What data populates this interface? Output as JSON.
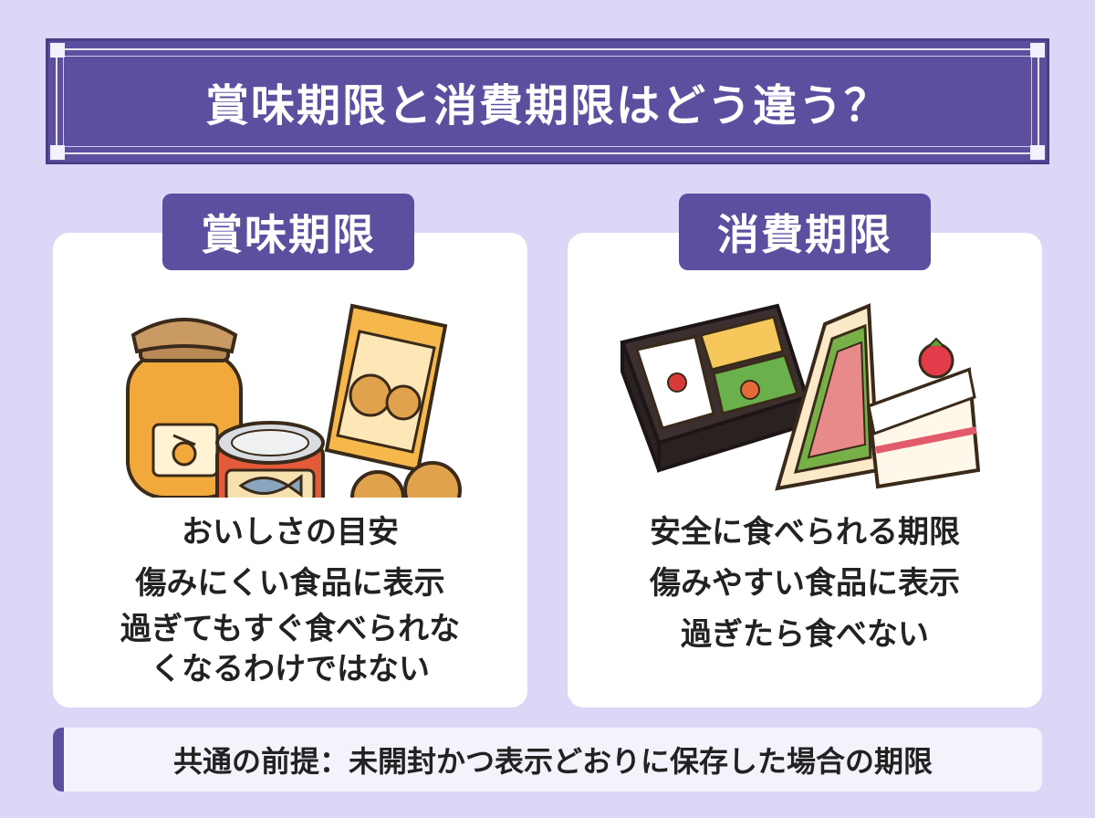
{
  "header": {
    "title": "賞味期限と消費期限はどう違う？"
  },
  "best_before": {
    "label": "賞味期限",
    "lines": [
      "おいしさの目安",
      "傷みにくい食品に表示",
      "過ぎてもすぐ食べられな",
      "くなるわけではない"
    ],
    "items": [
      "honey-jar",
      "fish-can",
      "cracker-bag",
      "crackers"
    ]
  },
  "use_by": {
    "label": "消費期限",
    "lines": [
      "安全に食べられる期限",
      "傷みやすい食品に表示",
      "過ぎたら食べない"
    ],
    "items": [
      "bento-box",
      "sandwich",
      "strawberry-cake"
    ]
  },
  "footer": {
    "note": "共通の前提：未開封かつ表示どおりに保存した場合の期限"
  },
  "colors": {
    "background": "#dcd6f7",
    "accent": "#5d4ea0",
    "card": "#ffffff",
    "text": "#222222"
  }
}
